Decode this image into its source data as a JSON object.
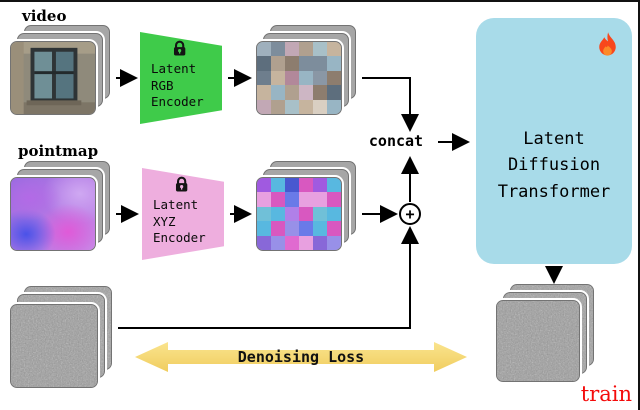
{
  "labels": {
    "video": "video",
    "pointmap": "pointmap",
    "concat": "concat",
    "plus": "+",
    "denoising_loss": "Denoising Loss",
    "train": "train"
  },
  "encoders": {
    "rgb": {
      "label": "Latent\nRGB\nEncoder",
      "color": "#3fcb4a",
      "frozen_icon": "lock-icon"
    },
    "xyz": {
      "label": "Latent\nXYZ\nEncoder",
      "color": "#eeaede",
      "frozen_icon": "lock-icon"
    }
  },
  "transformer": {
    "label": "Latent\nDiffusion\nTransformer",
    "color": "#a8dbe9",
    "trainable_icon": "flame-icon"
  },
  "colors": {
    "rgb_encoder_green": "#3fcb4a",
    "xyz_encoder_pink": "#eeaede",
    "transformer_blue": "#a8dbe9",
    "loss_arrow_yellow": "#f6d878",
    "train_red": "#f40b0b",
    "arrow_black": "#000000"
  },
  "latents": {
    "rgb_palette": [
      "#9fb0bd",
      "#c6b49e",
      "#b2889a",
      "#7d8d9c",
      "#d9cfc2",
      "#5d6e7d",
      "#c2a8b5",
      "#98b5c4",
      "#8a97a5",
      "#b0a08f",
      "#6e7e8d",
      "#cdb6c4",
      "#a8c0c8",
      "#8d7d6e"
    ],
    "xyz_palette": [
      "#a05ae0",
      "#6a7ae8",
      "#e06ad0",
      "#58b8e0",
      "#b080e8",
      "#e8a0e0",
      "#4858d0",
      "#c0a8f0",
      "#8868d8",
      "#d858c0",
      "#70c0d8",
      "#9890e8"
    ]
  }
}
